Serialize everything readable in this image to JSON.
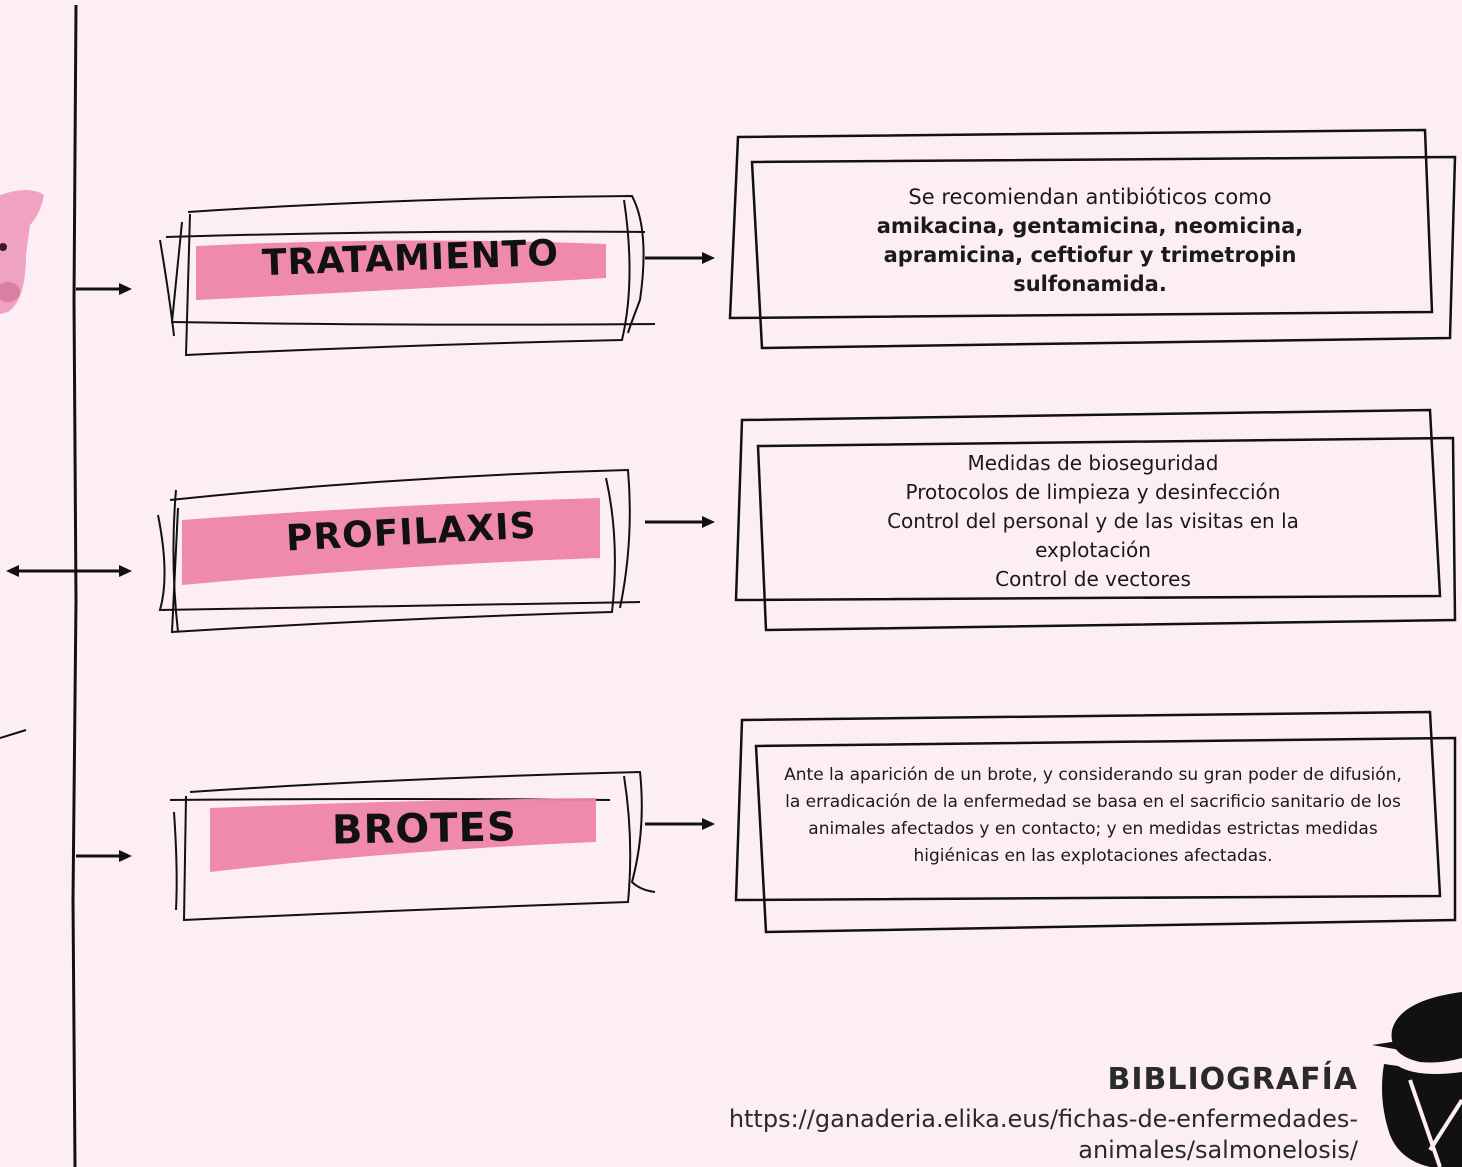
{
  "labels": {
    "tratamiento": "TRATAMIENTO",
    "profilaxis": "PROFILAXIS",
    "brotes": "BROTES"
  },
  "tratamiento_box": {
    "intro": "Se recomiendan antibióticos como",
    "bold": "amikacina, gentamicina, neomicina, apramicina, ceftiofur y trimetropin sulfonamida."
  },
  "profilaxis_box": {
    "line1": "Medidas de bioseguridad",
    "line2": "Protocolos de limpieza y desinfección",
    "line3": "Control del personal y de las visitas en la explotación",
    "line4": "Control de vectores"
  },
  "brotes_box": {
    "text": "Ante la aparición de un brote, y considerando su gran poder de difusión, la erradicación de la enfermedad se basa en el sacrificio sanitario de los animales afectados y en contacto; y en medidas estrictas medidas higiénicas en las explotaciones afectadas."
  },
  "bibliografia": {
    "title": "BIBLIOGRAFÍA",
    "url": "https://ganaderia.elika.eus/fichas-de-enfermedades-animales/salmonelosis/"
  },
  "colors": {
    "background": "#fdeef6",
    "brush": "#ee84a6",
    "pig": "#f0a3c0",
    "ink": "#111111"
  },
  "icons": [
    "pig-icon",
    "caduceus-icon"
  ]
}
